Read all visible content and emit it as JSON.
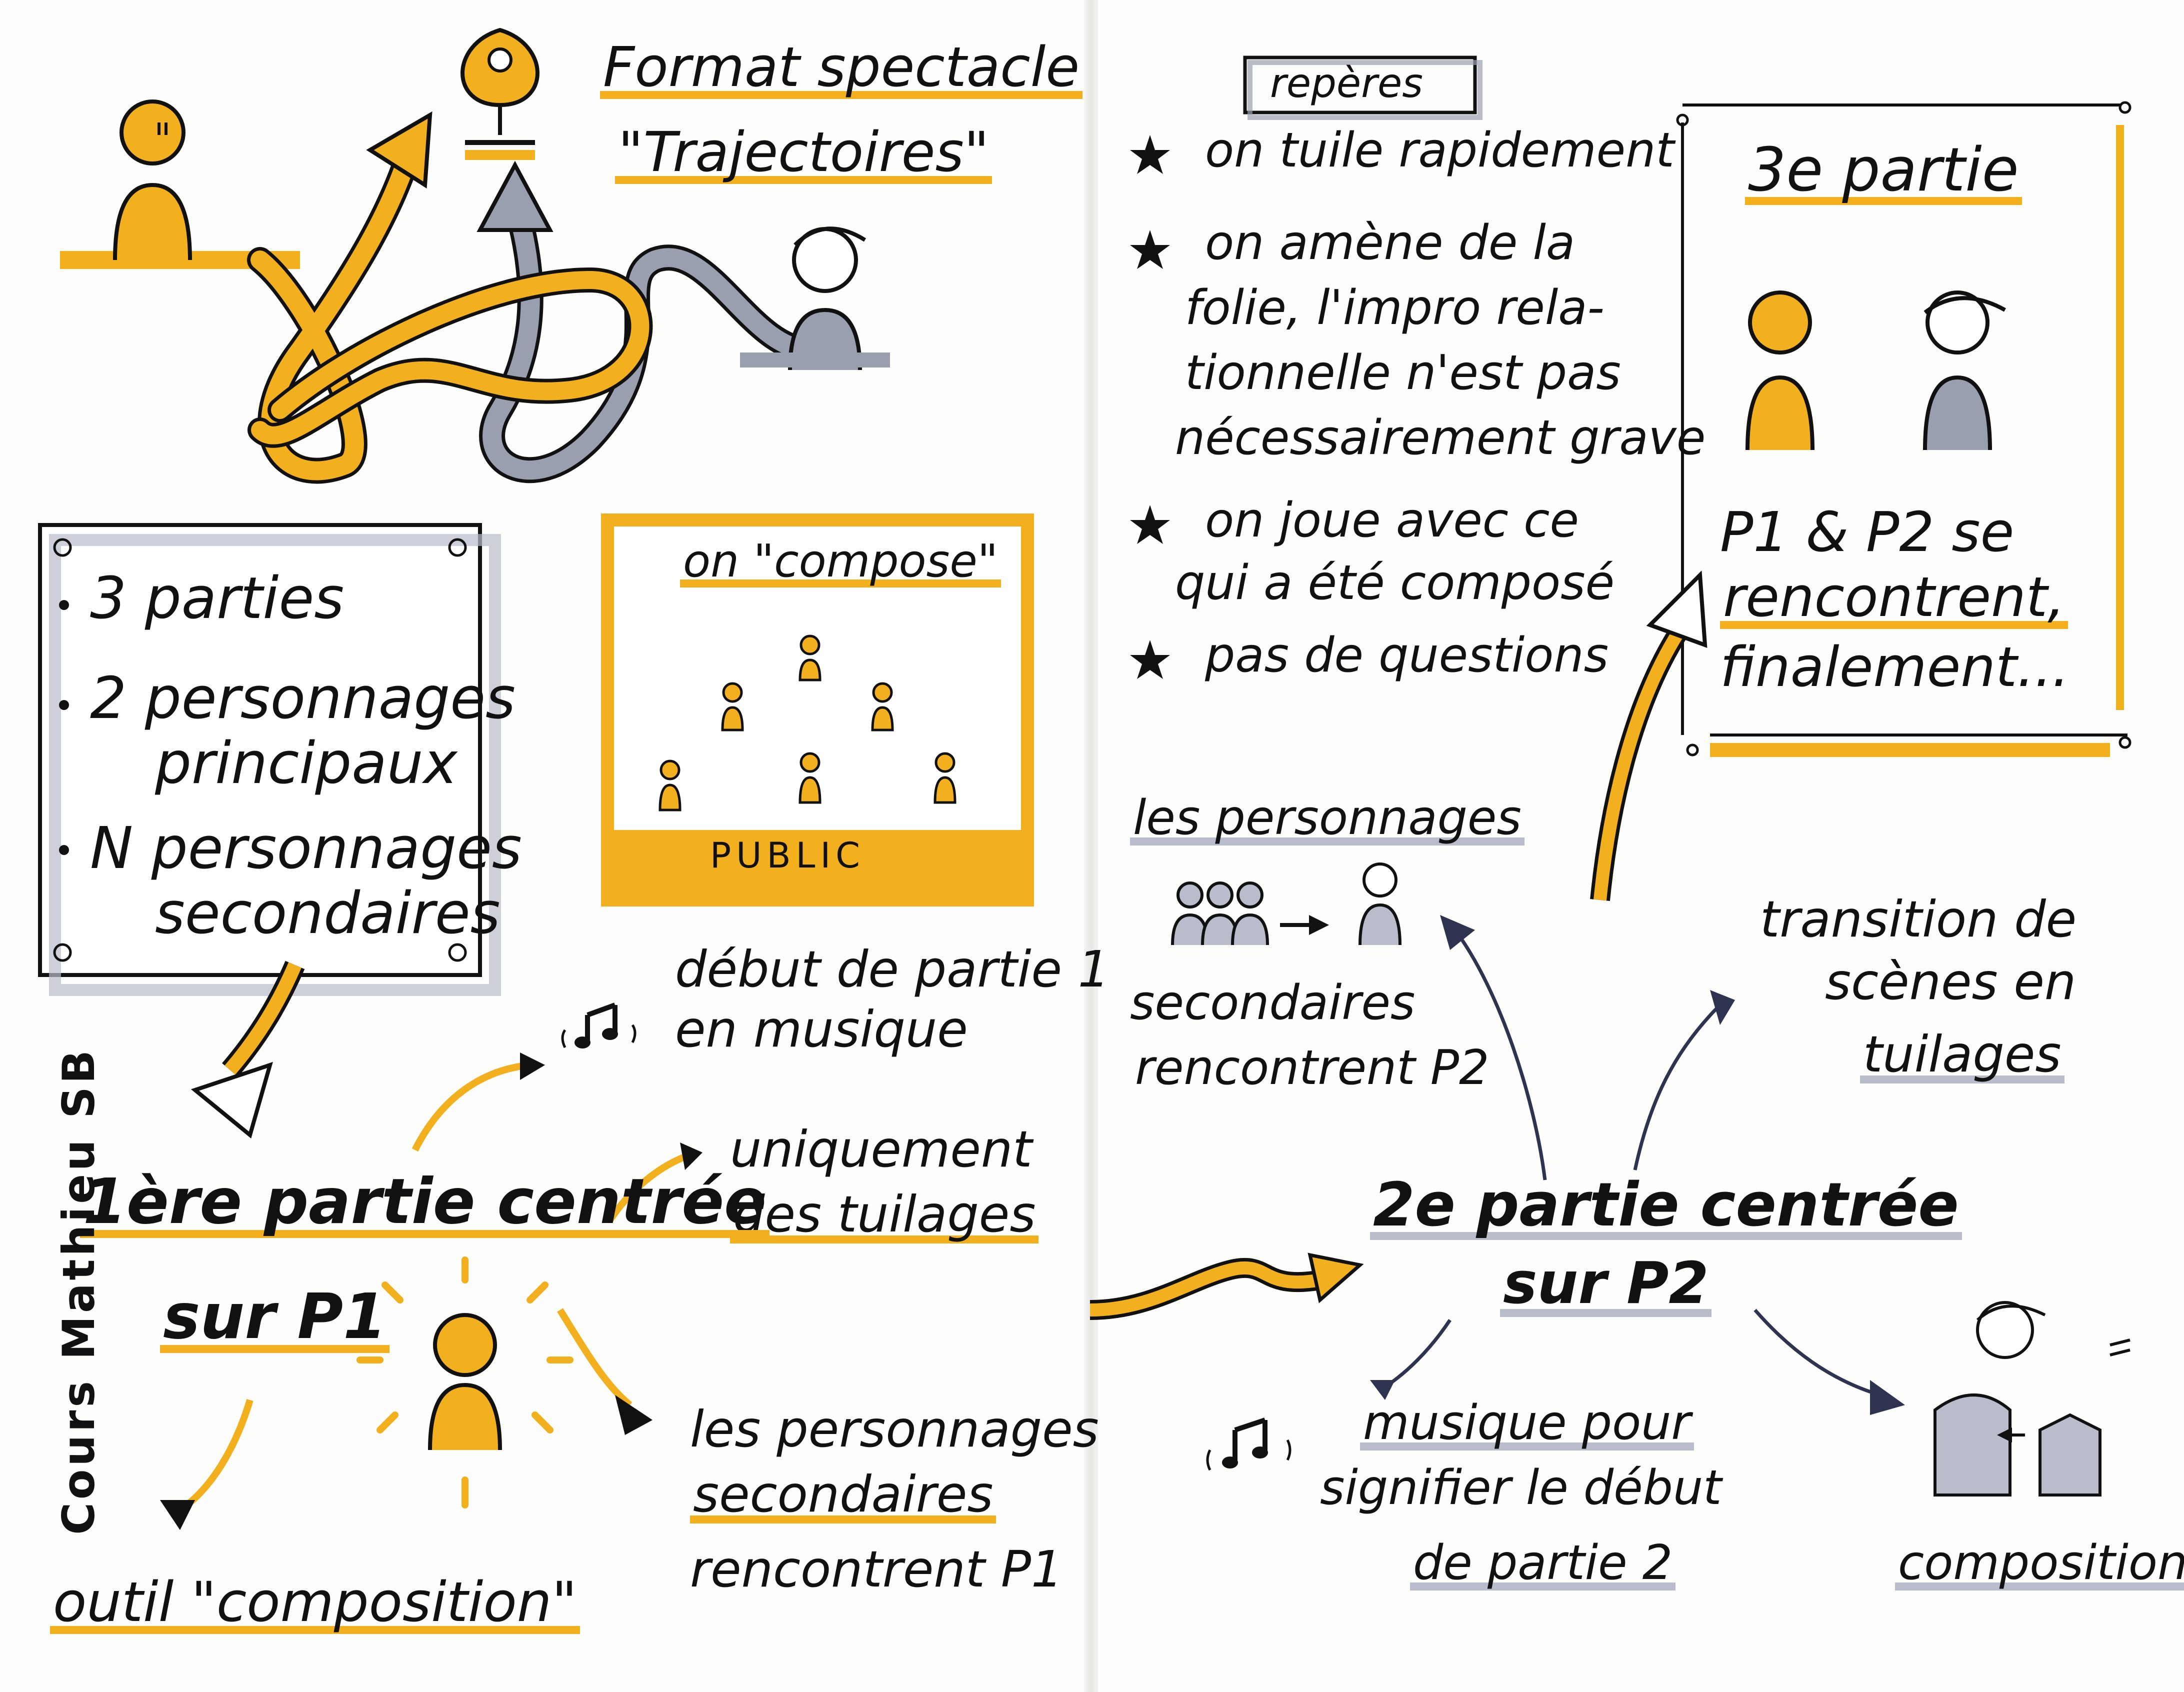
{
  "colors": {
    "ink": "#111111",
    "orange": "#f2b01e",
    "grey": "#9a9fb0",
    "paper": "#fdfdfb"
  },
  "left": {
    "title_line1": "Format spectacle",
    "title_line2": "\"Trajectoires\"",
    "summary_items": [
      {
        "text": "3 parties"
      },
      {
        "text": "2 personnages"
      },
      {
        "text": "principaux"
      },
      {
        "text": "N personnages"
      },
      {
        "text": "secondaires"
      }
    ],
    "compose_box": {
      "title": "on \"compose\"",
      "footer": "PUBLIC"
    },
    "part1_line1": "1ère partie centrée",
    "part1_line2": "sur P1",
    "music_note_1": "début de partie 1",
    "music_note_2": "en musique",
    "tuilage_1": "uniquement",
    "tuilage_2": "des tuilages",
    "secondaires_1": "les personnages",
    "secondaires_2": "secondaires",
    "secondaires_3": "rencontrent P1",
    "outil": "outil \"composition\"",
    "credit": "Cours Mathieu SB"
  },
  "right": {
    "reperes_title": "repères",
    "reperes": [
      "on tuile rapidement",
      "on amène de la",
      "folie, l'impro rela-",
      "tionnelle n'est pas",
      "nécessairement grave",
      "on joue avec ce",
      "qui a été composé",
      "pas de questions"
    ],
    "part3_title": "3e partie",
    "part3_text_1": "P1 & P2 se",
    "part3_text_2": "rencontrent,",
    "part3_text_3": "finalement...",
    "personnages_1": "les personnages",
    "personnages_2": "secondaires",
    "personnages_3": "rencontrent P2",
    "transition_1": "transition de",
    "transition_2": "scènes en",
    "transition_3": "tuilages",
    "part2_line1": "2e partie centrée",
    "part2_line2": "sur P2",
    "music2_1": "musique pour",
    "music2_2": "signifier le début",
    "music2_3": "de partie 2",
    "composition": "composition"
  }
}
